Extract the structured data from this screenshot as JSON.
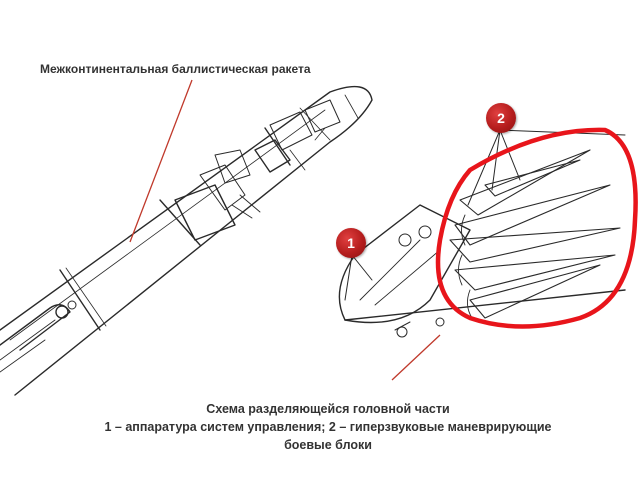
{
  "title": "Межконтинентальная баллистическая ракета",
  "caption": {
    "line1": "Схема разделяющейся головной части",
    "line2": "1 – аппаратура систем управления; 2 – гиперзвуковые маневрирующие",
    "line3": "боевые блоки"
  },
  "markers": [
    {
      "label": "1"
    },
    {
      "label": "2"
    }
  ],
  "colors": {
    "line": "#2a2a2a",
    "leader": "#c0392b",
    "highlight": "#e8151b",
    "marker": "#b51d1d"
  }
}
